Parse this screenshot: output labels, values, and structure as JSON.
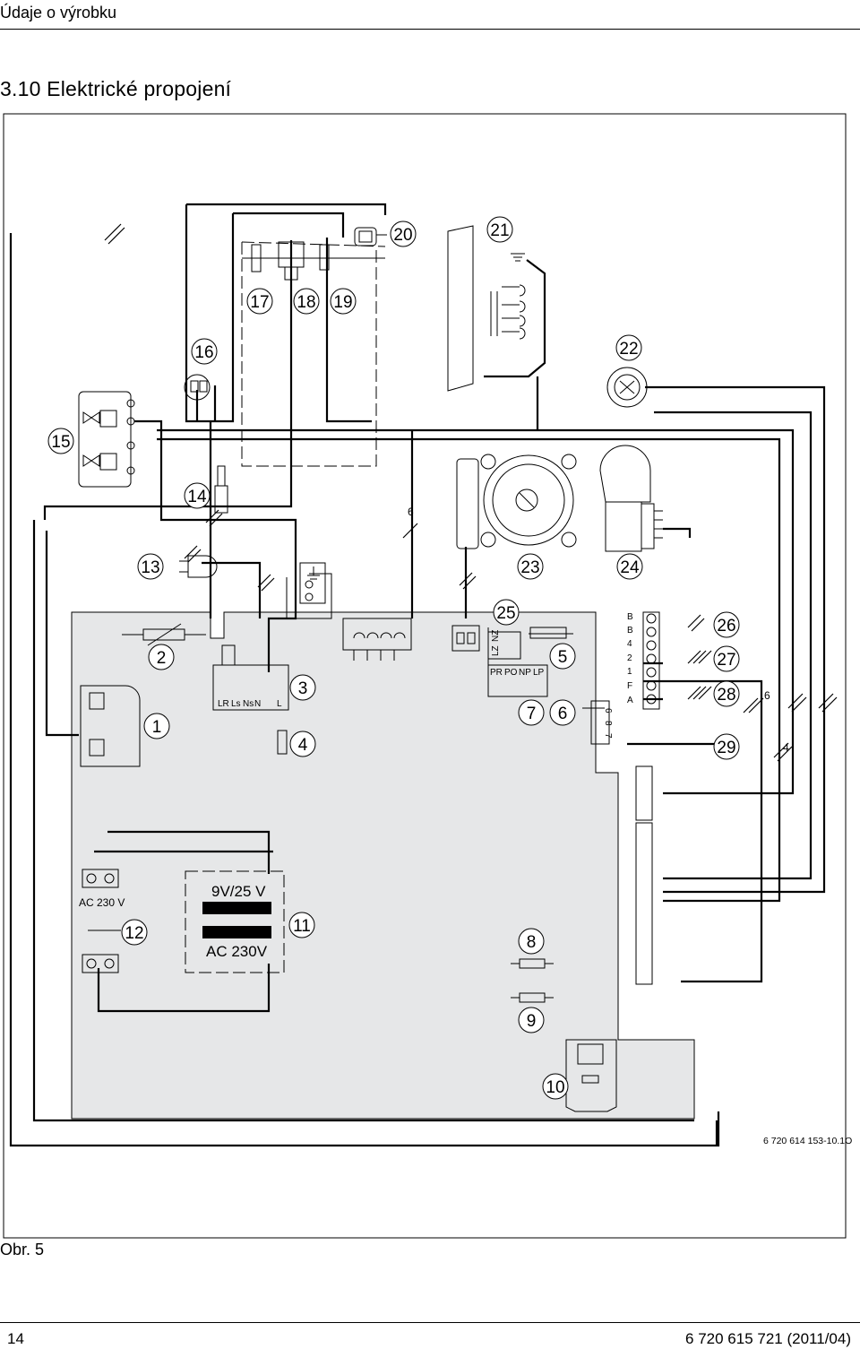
{
  "header": {
    "section": "Údaje o výrobku"
  },
  "title": "3.10   Elektrické propojení",
  "figure": {
    "callouts": [
      "1",
      "2",
      "3",
      "4",
      "5",
      "6",
      "7",
      "8",
      "9",
      "10",
      "11",
      "12",
      "13",
      "14",
      "15",
      "16",
      "17",
      "18",
      "19",
      "20",
      "21",
      "22",
      "23",
      "24",
      "25",
      "26",
      "27",
      "28",
      "29"
    ],
    "terminal_labels": [
      "LR",
      "Ls",
      "Ns",
      "N",
      "L"
    ],
    "pump_terminals": [
      "PR",
      "PO",
      "NP",
      "LP"
    ],
    "lz_nz": [
      "LZ",
      "NZ"
    ],
    "right_terminals": [
      "B",
      "B",
      "4",
      "2",
      "1",
      "F",
      "A"
    ],
    "vertical_terminals": [
      "6",
      "8",
      "7"
    ],
    "wire_count_marks": [
      "6",
      "6",
      "4"
    ],
    "transformer_top": "9V/25 V",
    "transformer_bottom": "AC 230V",
    "ac_label": "AC 230 V",
    "figure_code": "6 720 614 153-10.1O"
  },
  "caption": "Obr. 5",
  "footer": {
    "page": "14",
    "doc": "6 720 615 721 (2011/04)"
  }
}
